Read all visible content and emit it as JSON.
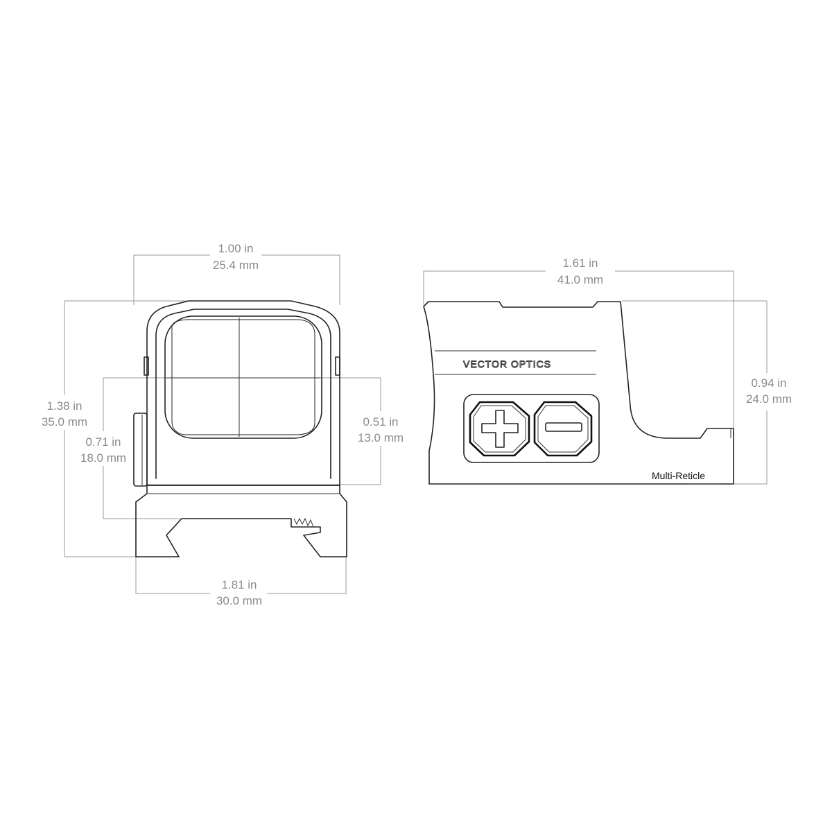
{
  "front_view": {
    "width_in": "1.00 in",
    "width_mm": "25.4 mm",
    "height_in": "1.38 in",
    "height_mm": "35.0 mm",
    "axis_height_in": "0.71 in",
    "axis_height_mm": "18.0 mm",
    "window_in": "0.51 in",
    "window_mm": "13.0 mm",
    "base_width_in": "1.81 in",
    "base_width_mm": "30.0 mm"
  },
  "side_view": {
    "length_in": "1.61 in",
    "length_mm": "41.0 mm",
    "height_in": "0.94 in",
    "height_mm": "24.0 mm",
    "brand": "VECTOR OPTICS",
    "model_label": "Multi-Reticle",
    "buttons": [
      "plus-icon",
      "minus-icon"
    ]
  },
  "colors": {
    "dimension": "#9a9a9a",
    "outline": "#222222"
  }
}
